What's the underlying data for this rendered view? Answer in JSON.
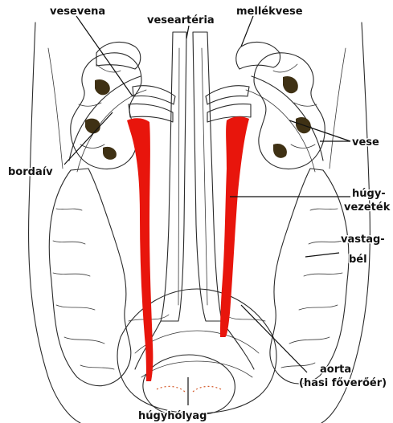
{
  "labels": {
    "vesevena": "vesevena",
    "vesearteria": "veseartéria",
    "mellekvese": "mellékvese",
    "vese": "vese",
    "bordaiv": "bordaív",
    "hugyvezetek_1": "húgy-",
    "hugyvezetek_2": "vezeték",
    "vastagbel_1": "vastag-",
    "vastagbel_2": "bél",
    "aorta_1": "aorta",
    "aorta_2": "(hasi főverőér)",
    "hugyholyag": "húgyhólyag"
  },
  "colors": {
    "ureter": "#e8150c",
    "kidney": "#6b5526",
    "kidney_dark": "#3f3114",
    "outline": "#2a2a2a",
    "background": "#ffffff"
  }
}
